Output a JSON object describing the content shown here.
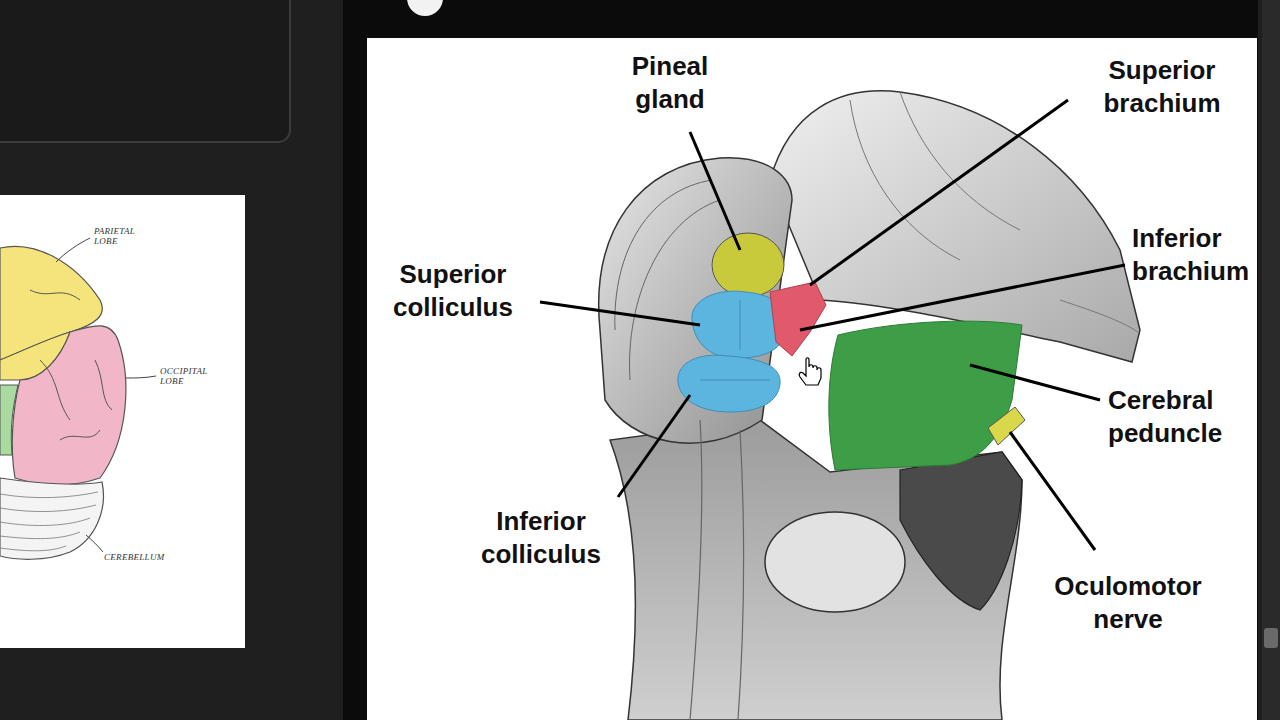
{
  "diagram": {
    "labels": [
      "PARIETAL LOBE",
      "OCCIPITAL LOBE",
      "CEREBELLUM",
      "Pineal gland",
      "Superior brachium",
      "Inferior brachium",
      "Superior colliculus",
      "Cerebral peduncle",
      "Inferior colliculus",
      "Oculomotor nerve"
    ]
  }
}
